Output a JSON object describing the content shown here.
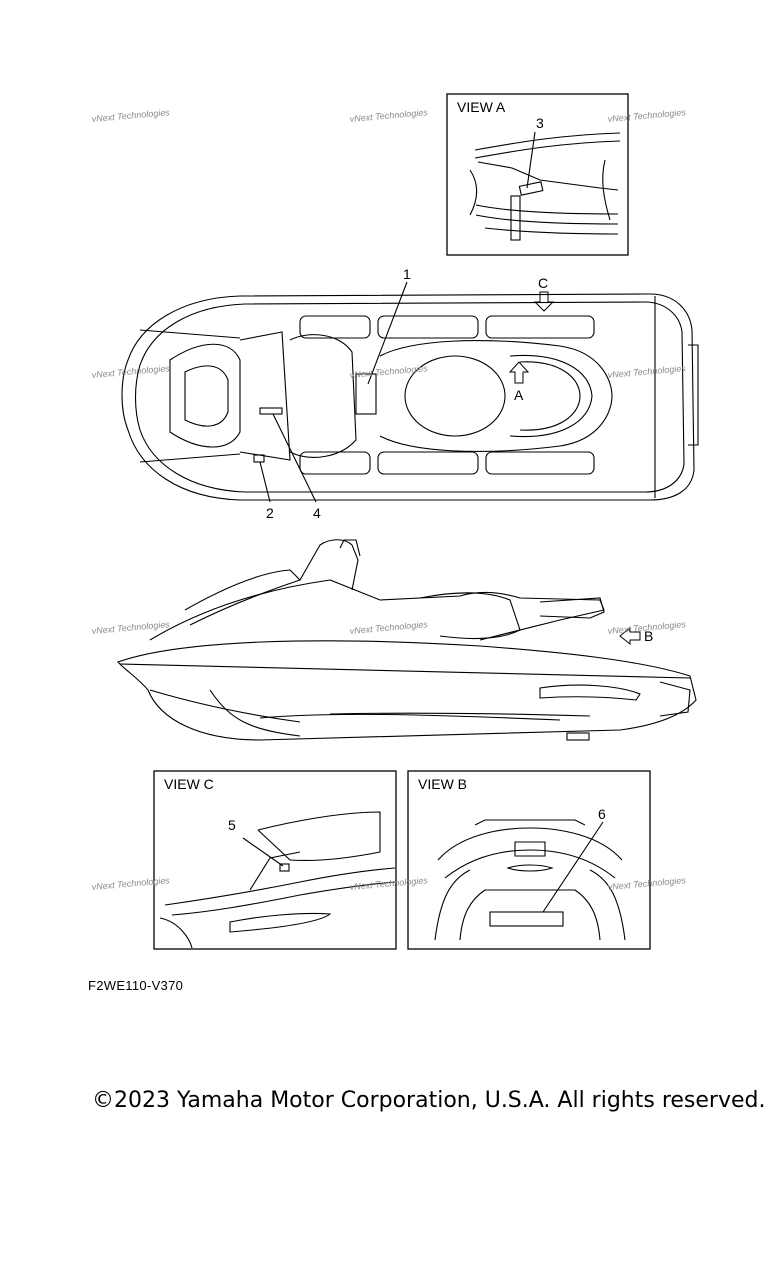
{
  "diagram": {
    "view_a_label": "VIEW A",
    "view_b_label": "VIEW B",
    "view_c_label": "VIEW C",
    "callouts": {
      "c1": "1",
      "c2": "2",
      "c3": "3",
      "c4": "4",
      "c5": "5",
      "c6": "6"
    },
    "arrow_labels": {
      "a": "A",
      "b": "B",
      "c": "C"
    },
    "watermark": "vNext Technologies",
    "figure_code": "F2WE110-V370"
  },
  "footer": {
    "copyright": "©2023 Yamaha Motor Corporation, U.S.A. All rights reserved."
  }
}
